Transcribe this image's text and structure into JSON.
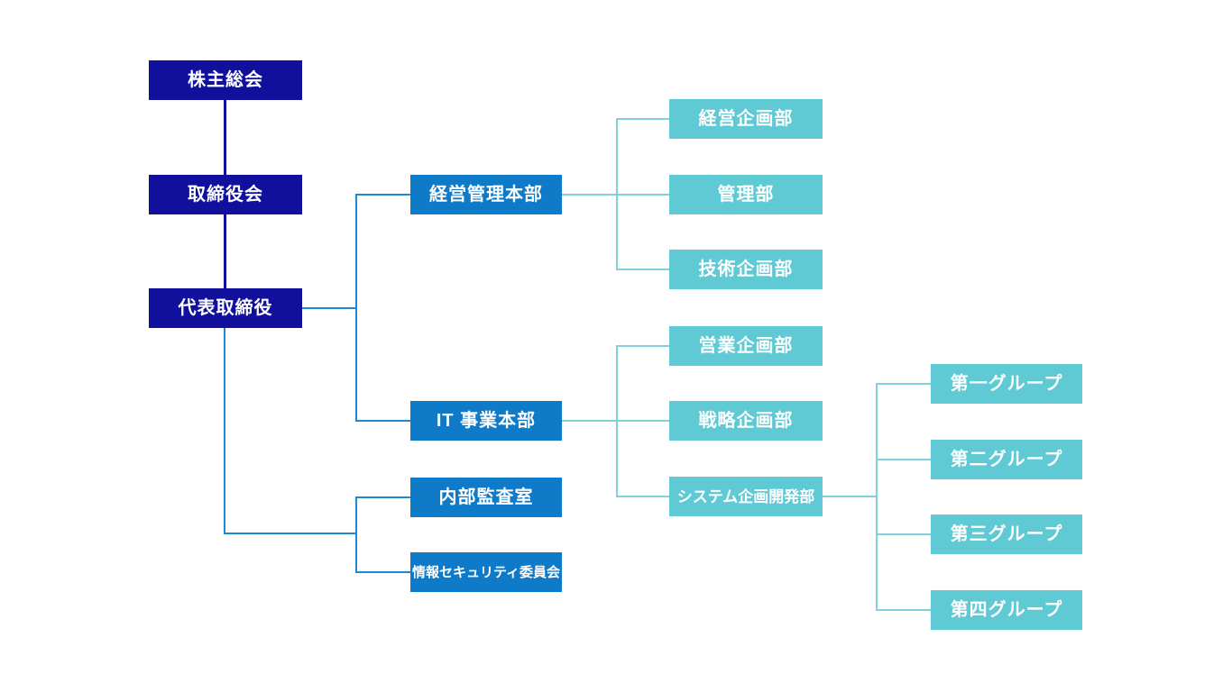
{
  "colors": {
    "navy": "#10109C",
    "blue": "#0F7AC8",
    "teal": "#5FC9D4",
    "line_navy": "#10109C",
    "line_blue": "#1E88D2",
    "line_teal": "#7FD2DA",
    "text": "#FFFFFF",
    "background": "#FFFFFF"
  },
  "org_chart": {
    "title": "",
    "nodes": {
      "shareholders": {
        "label": "株主総会",
        "level": "governance"
      },
      "board": {
        "label": "取締役会",
        "level": "governance"
      },
      "ceo": {
        "label": "代表取締役",
        "level": "governance"
      },
      "mgmt_hq": {
        "label": "経営管理本部",
        "level": "division"
      },
      "it_hq": {
        "label": "IT 事業本部",
        "level": "division"
      },
      "audit": {
        "label": "内部監査室",
        "level": "division"
      },
      "security_committee": {
        "label": "情報セキュリティ委員会",
        "level": "division"
      },
      "corporate_planning": {
        "label": "経営企画部",
        "level": "department"
      },
      "administration": {
        "label": "管理部",
        "level": "department"
      },
      "technical_planning": {
        "label": "技術企画部",
        "level": "department"
      },
      "sales_planning": {
        "label": "営業企画部",
        "level": "department"
      },
      "strategic_planning": {
        "label": "戦略企画部",
        "level": "department"
      },
      "system_planning_dev": {
        "label": "システム企画開発部",
        "level": "department"
      },
      "group_1": {
        "label": "第一グループ",
        "level": "group"
      },
      "group_2": {
        "label": "第二グループ",
        "level": "group"
      },
      "group_3": {
        "label": "第三グループ",
        "level": "group"
      },
      "group_4": {
        "label": "第四グループ",
        "level": "group"
      }
    },
    "edges": [
      [
        "shareholders",
        "board"
      ],
      [
        "board",
        "ceo"
      ],
      [
        "ceo",
        "mgmt_hq"
      ],
      [
        "ceo",
        "it_hq"
      ],
      [
        "ceo",
        "audit"
      ],
      [
        "ceo",
        "security_committee"
      ],
      [
        "mgmt_hq",
        "corporate_planning"
      ],
      [
        "mgmt_hq",
        "administration"
      ],
      [
        "mgmt_hq",
        "technical_planning"
      ],
      [
        "it_hq",
        "sales_planning"
      ],
      [
        "it_hq",
        "strategic_planning"
      ],
      [
        "it_hq",
        "system_planning_dev"
      ],
      [
        "system_planning_dev",
        "group_1"
      ],
      [
        "system_planning_dev",
        "group_2"
      ],
      [
        "system_planning_dev",
        "group_3"
      ],
      [
        "system_planning_dev",
        "group_4"
      ]
    ]
  }
}
